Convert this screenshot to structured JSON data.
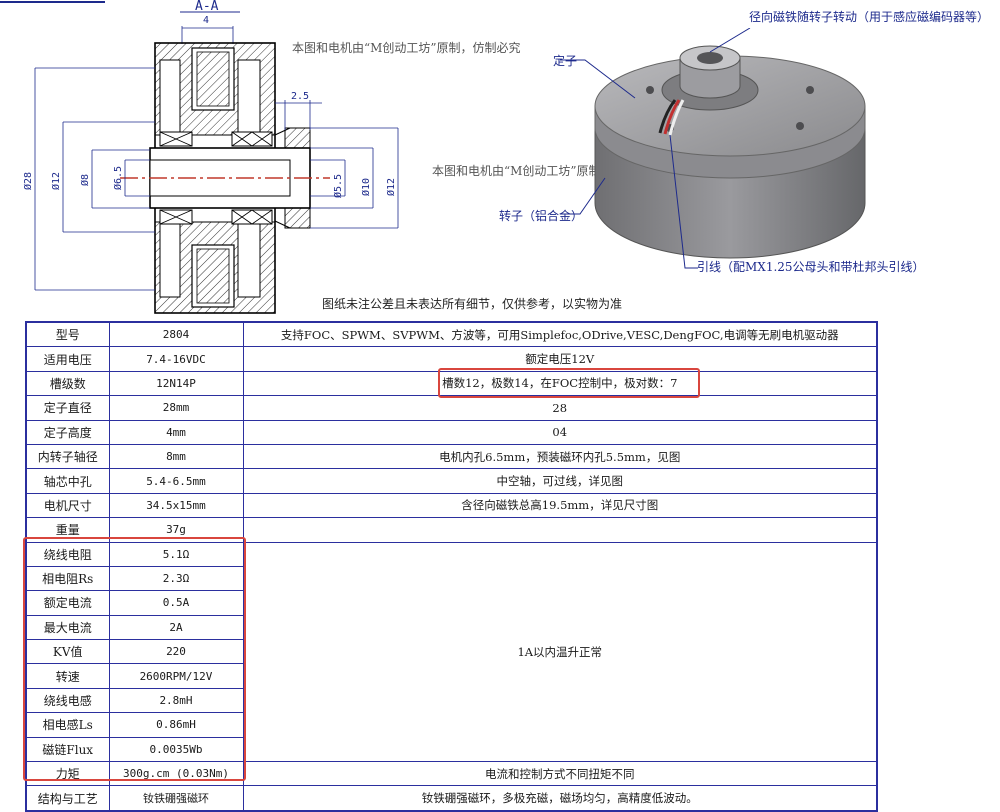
{
  "section_label": "A-A",
  "watermark_1": "本图和电机由“M创动工坊”原制，仿制必究",
  "watermark_2": "本图和电机由“M创动工坊”原制，仿制必究",
  "drawing": {
    "dim_top": "4",
    "dim_2_5": "2.5",
    "dim_28": "Ø28",
    "dim_12_left": "Ø12",
    "dim_8": "Ø8",
    "dim_6_5": "Ø6.5",
    "dim_5_5": "Ø5.5",
    "dim_10": "Ø10",
    "dim_12_right": "Ø12"
  },
  "drawing_note": "图纸未注公差且未表达所有细节，仅供参考，以实物为准",
  "callouts": {
    "encoder_rotor": "径向磁铁随转子转动（用于感应磁编码器等）",
    "stator": "定子",
    "rotor": "转子（铝合金）",
    "lead": "引线（配MX1.25公母头和带杜邦头引线）"
  },
  "spec_table": {
    "rows": [
      {
        "param": "型号",
        "value": "2804",
        "desc": "支持FOC、SPWM、SVPWM、方波等，可用Simplefoc,ODrive,VESC,DengFOC,电调等无刷电机驱动器"
      },
      {
        "param": "适用电压",
        "value": "7.4-16VDC",
        "desc": "额定电压12V"
      },
      {
        "param": "槽级数",
        "value": "12N14P",
        "desc": "槽数12，极数14，在FOC控制中，极对数：7"
      },
      {
        "param": "定子直径",
        "value": "28mm",
        "desc": "28"
      },
      {
        "param": "定子高度",
        "value": "4mm",
        "desc": "04"
      },
      {
        "param": "内转子轴径",
        "value": "8mm",
        "desc": "电机内孔6.5mm，预装磁环内孔5.5mm，见图"
      },
      {
        "param": "轴芯中孔",
        "value": "5.4-6.5mm",
        "desc": "中空轴，可过线，详见图"
      },
      {
        "param": "电机尺寸",
        "value": "34.5x15mm",
        "desc": "含径向磁铁总高19.5mm，详见尺寸图"
      },
      {
        "param": "重量",
        "value": "37g",
        "desc": ""
      },
      {
        "param": "绕线电阻",
        "value": "5.1Ω"
      },
      {
        "param": "相电阻Rs",
        "value": "2.3Ω"
      },
      {
        "param": "额定电流",
        "value": "0.5A"
      },
      {
        "param": "最大电流",
        "value": "2A"
      },
      {
        "param": "KV值",
        "value": "220"
      },
      {
        "param": "转速",
        "value": "2600RPM/12V"
      },
      {
        "param": "绕线电感",
        "value": "2.8mH"
      },
      {
        "param": "相电感Ls",
        "value": "0.86mH"
      },
      {
        "param": "磁链Flux",
        "value": "0.0035Wb"
      },
      {
        "param": "力矩",
        "value": "300g.cm (0.03Nm)",
        "desc": "电流和控制方式不同扭矩不同"
      },
      {
        "param": "结构与工艺",
        "value": "钕铁硼强磁环",
        "desc": "钕铁硼强磁环，多极充磁，磁场均匀，高精度低波动。"
      }
    ],
    "merged_desc": "1A以内温升正常"
  },
  "colors": {
    "table_border": "#2b2f9e",
    "highlight": "#d9463e",
    "drawing_line": "#000000",
    "dimension_line": "#1d2a8c"
  }
}
